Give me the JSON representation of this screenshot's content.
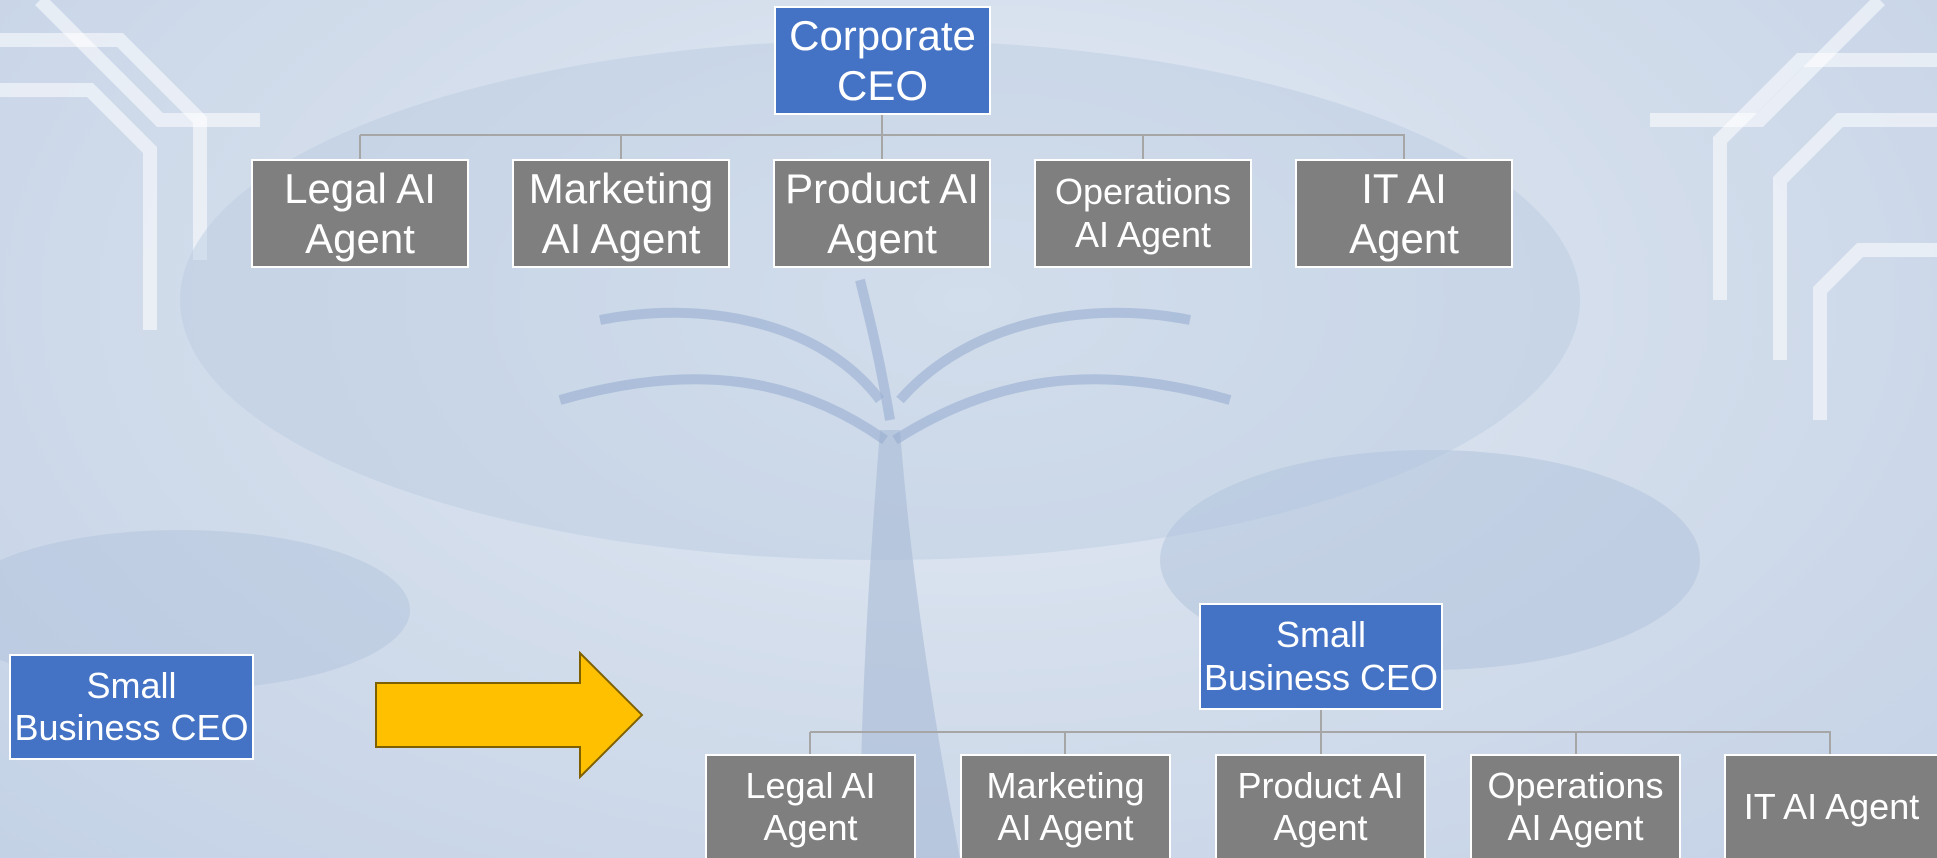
{
  "corporate": {
    "ceo": {
      "line1": "Corporate",
      "line2": "CEO"
    },
    "agents": [
      {
        "line1": "Legal AI",
        "line2": "Agent"
      },
      {
        "line1": "Marketing",
        "line2": "AI Agent"
      },
      {
        "line1": "Product AI",
        "line2": "Agent"
      },
      {
        "line1": "Operations",
        "line2": "AI Agent"
      },
      {
        "line1": "IT AI",
        "line2": "Agent"
      }
    ]
  },
  "small_business_left": {
    "line1": "Small",
    "line2": "Business CEO"
  },
  "small_business_right": {
    "ceo": {
      "line1": "Small",
      "line2": "Business CEO"
    },
    "agents": [
      {
        "line1": "Legal AI",
        "line2": "Agent"
      },
      {
        "line1": "Marketing",
        "line2": "AI Agent"
      },
      {
        "line1": "Product AI",
        "line2": "Agent"
      },
      {
        "line1": "Operations",
        "line2": "AI Agent"
      },
      {
        "line1": "IT AI Agent",
        "line2": ""
      }
    ]
  },
  "colors": {
    "ceo_box": "#4472c4",
    "agent_box": "#7f7f7f",
    "arrow": "#ffc000",
    "connector": "#a6a6a6"
  }
}
